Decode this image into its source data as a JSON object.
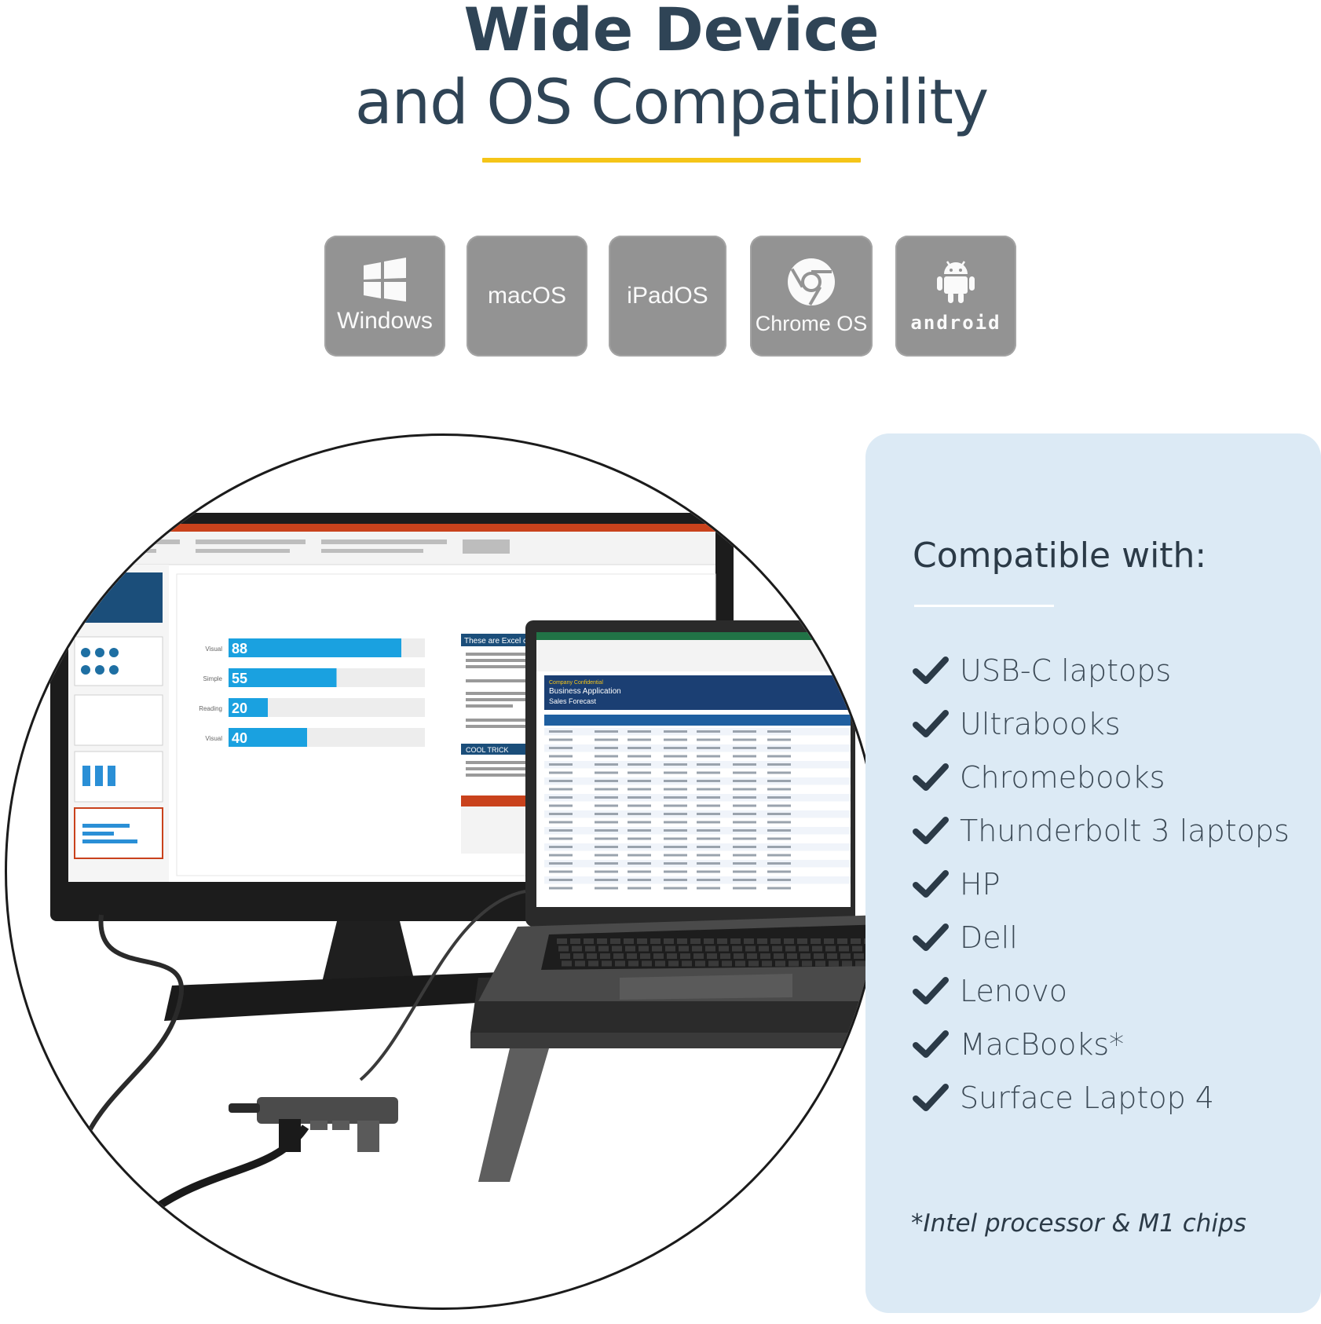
{
  "header": {
    "title": "Wide Device",
    "subtitle": "and OS Compatibility"
  },
  "os_tiles": [
    {
      "label": "Windows",
      "icon": "windows-icon"
    },
    {
      "label": "macOS",
      "icon": ""
    },
    {
      "label": "iPadOS",
      "icon": ""
    },
    {
      "label": "Chrome OS",
      "icon": "chrome-icon"
    },
    {
      "label": "android",
      "icon": "android-icon"
    }
  ],
  "illustration": {
    "slide_chart": {
      "categories": [
        "Visual",
        "Simple",
        "Reading",
        "Visual"
      ],
      "values": [
        88,
        55,
        20,
        40
      ],
      "max": 100
    },
    "slide_side_title": "These are Excel char",
    "slide_cool_trick": "COOL TRICK",
    "spreadsheet_header_line1": "Business Application",
    "spreadsheet_header_line2": "Sales Forecast",
    "spreadsheet_brand": "Company Confidential"
  },
  "compatibility": {
    "heading": "Compatible with:",
    "items": [
      "USB-C laptops",
      "Ultrabooks",
      "Chromebooks",
      "Thunderbolt 3 laptops",
      "HP",
      "Dell",
      "Lenovo",
      "MacBooks*",
      "Surface Laptop 4"
    ],
    "footnote": "*Intel processor & M1 chips"
  },
  "colors": {
    "title": "#2f4456",
    "accent_underline": "#f5c518",
    "tile_gray": "#939393",
    "panel_blue": "#dceaf5",
    "bar_blue": "#1aa1e0",
    "ribbon_orange": "#c9421c",
    "excel_green": "#217346",
    "excel_navy": "#1b3f73"
  }
}
